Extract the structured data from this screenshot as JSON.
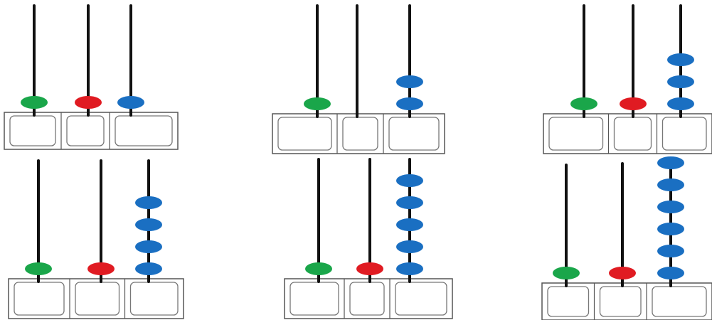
{
  "colors": {
    "rod": "#111111",
    "frame": "#555555",
    "box": "#777777",
    "green": "#1aa64a",
    "red": "#e01b22",
    "blue": "#1a6fc2"
  },
  "abacuses": [
    {
      "id": "abacus-1",
      "beads": {
        "green": 1,
        "red": 1,
        "blue": 1
      }
    },
    {
      "id": "abacus-2",
      "beads": {
        "green": 1,
        "red": 0,
        "blue": 2
      }
    },
    {
      "id": "abacus-3",
      "beads": {
        "green": 1,
        "red": 1,
        "blue": 3
      }
    },
    {
      "id": "abacus-4",
      "beads": {
        "green": 1,
        "red": 1,
        "blue": 4
      }
    },
    {
      "id": "abacus-5",
      "beads": {
        "green": 1,
        "red": 1,
        "blue": 5
      }
    },
    {
      "id": "abacus-6",
      "beads": {
        "green": 1,
        "red": 1,
        "blue": 6
      }
    }
  ]
}
